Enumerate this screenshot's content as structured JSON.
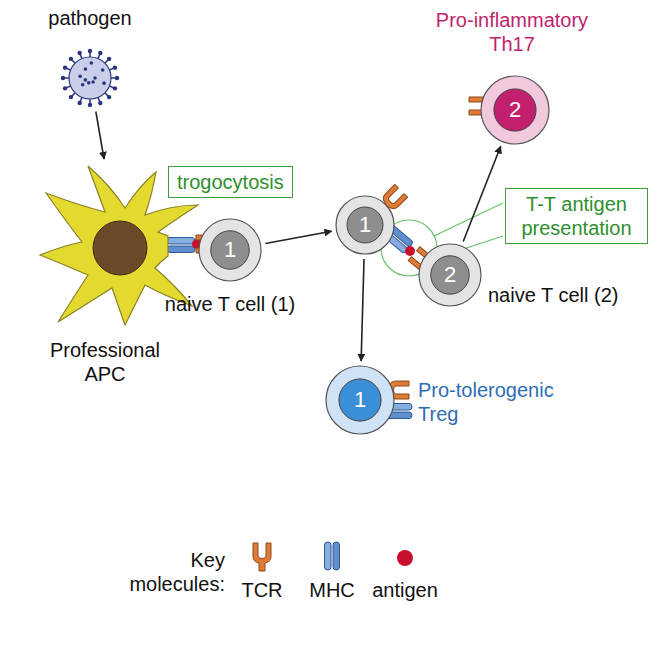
{
  "diagram": {
    "nodes": [
      {
        "text": [
          "pathogen"
        ]
      },
      {
        "text": [
          "Professional APC"
        ]
      },
      {
        "text": [
          "trogocytosis"
        ]
      },
      {
        "text": [
          "1",
          "naive T cell (1)"
        ]
      },
      {
        "text": [
          "1"
        ]
      },
      {
        "text": [
          "2",
          "naive T cell (2)"
        ]
      },
      {
        "text": [
          "2",
          "Pro-inflammatory Th17"
        ]
      },
      {
        "text": [
          "1",
          "Pro-tolerogenic Treg"
        ]
      },
      {
        "text": [
          "T-T antigen presentation"
        ]
      }
    ],
    "edges": [
      {
        "from": 0,
        "to": 1,
        "arrow": "to"
      },
      {
        "from": 3,
        "to": 4,
        "arrow": "to"
      },
      {
        "from": 4,
        "to": 7,
        "arrow": "to"
      },
      {
        "from": 5,
        "to": 6,
        "arrow": "to"
      }
    ],
    "labels": [
      "Key molecules:"
    ],
    "legend": [
      {
        "text": "TCR"
      },
      {
        "text": "MHC"
      },
      {
        "text": "antigen",
        "color": "#c8102e"
      }
    ]
  }
}
